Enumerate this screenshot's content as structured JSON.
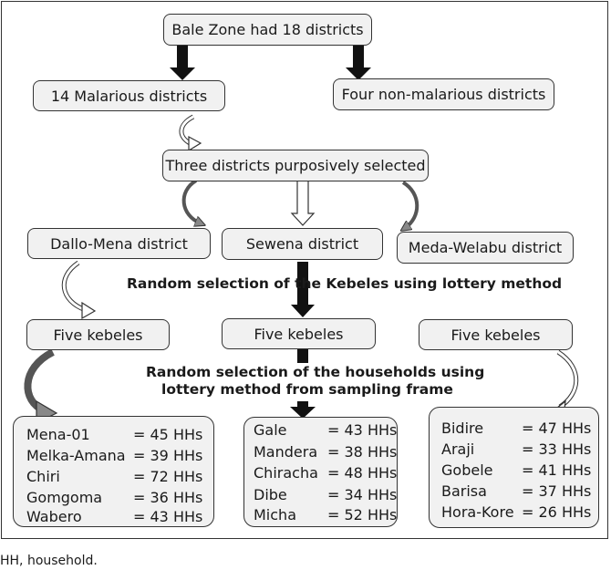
{
  "boxes": {
    "top": "Bale Zone had 18 districts",
    "malarious": "14 Malarious districts",
    "non_malarious": "Four non-malarious districts",
    "three": "Three districts purposively selected",
    "dallo": "Dallo-Mena district",
    "sewena": "Sewena district",
    "meda": "Meda-Welabu district",
    "kebeles_1": "Five kebeles",
    "kebeles_2": "Five kebeles",
    "kebeles_3": "Five kebeles"
  },
  "labels": {
    "kebele_selection": "Random selection of the Kebeles using lottery method",
    "household_selection_1": "Random selection of the households using",
    "household_selection_2": "lottery method from sampling frame"
  },
  "lists": {
    "dallo": [
      {
        "name": "Mena-01",
        "value": "= 45 HHs"
      },
      {
        "name": "Melka-Amana",
        "value": "= 39 HHs"
      },
      {
        "name": "Chiri",
        "value": "= 72 HHs"
      },
      {
        "name": "Gomgoma",
        "value": "= 36 HHs"
      },
      {
        "name": "Wabero",
        "value": "= 43 HHs"
      }
    ],
    "sewena": [
      {
        "name": "Gale",
        "value": "= 43 HHs"
      },
      {
        "name": "Mandera",
        "value": "= 38 HHs"
      },
      {
        "name": "Chiracha",
        "value": "= 48 HHs"
      },
      {
        "name": "Dibe",
        "value": "= 34 HHs"
      },
      {
        "name": "Micha",
        "value": "= 52 HHs"
      }
    ],
    "meda": [
      {
        "name": "Bidire",
        "value": "= 47 HHs"
      },
      {
        "name": "Araji",
        "value": "= 33 HHs"
      },
      {
        "name": "Gobele",
        "value": "= 41 HHs"
      },
      {
        "name": "Barisa",
        "value": "= 37 HHs"
      },
      {
        "name": "Hora-Kore",
        "value": "= 26 HHs"
      }
    ]
  },
  "caption": "HH, household."
}
